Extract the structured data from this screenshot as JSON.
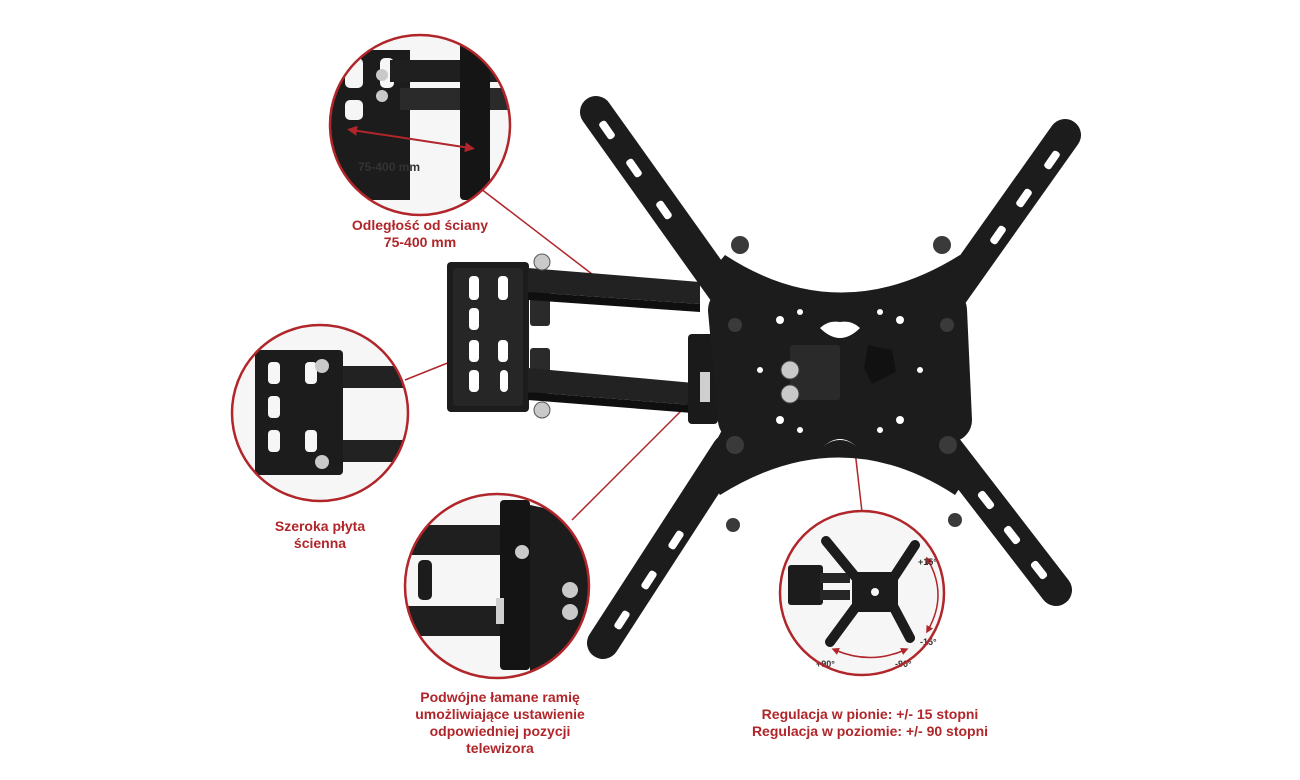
{
  "colors": {
    "accent": "#b0262a",
    "metal": "#1c1c1c",
    "metal_highlight": "#3a3a3a",
    "background": "#ffffff"
  },
  "callouts": {
    "distance": {
      "lines": [
        "Odległość od ściany",
        "75-400 mm"
      ],
      "inset_dimension": "75-400 mm"
    },
    "wall_plate": {
      "lines": [
        "Szeroka płyta",
        "ścienna"
      ]
    },
    "arm": {
      "lines": [
        "Podwójne łamane ramię",
        "umożliwiające ustawienie",
        "odpowiedniej pozycji",
        "telewizora"
      ]
    },
    "adjust": {
      "lines": [
        "Regulacja w pionie: +/- 15 stopni",
        "Regulacja w poziomie: +/- 90 stopni"
      ],
      "angles": {
        "up": "+15°",
        "down": "-15°",
        "left": "+90°",
        "right": "-90°"
      }
    }
  }
}
